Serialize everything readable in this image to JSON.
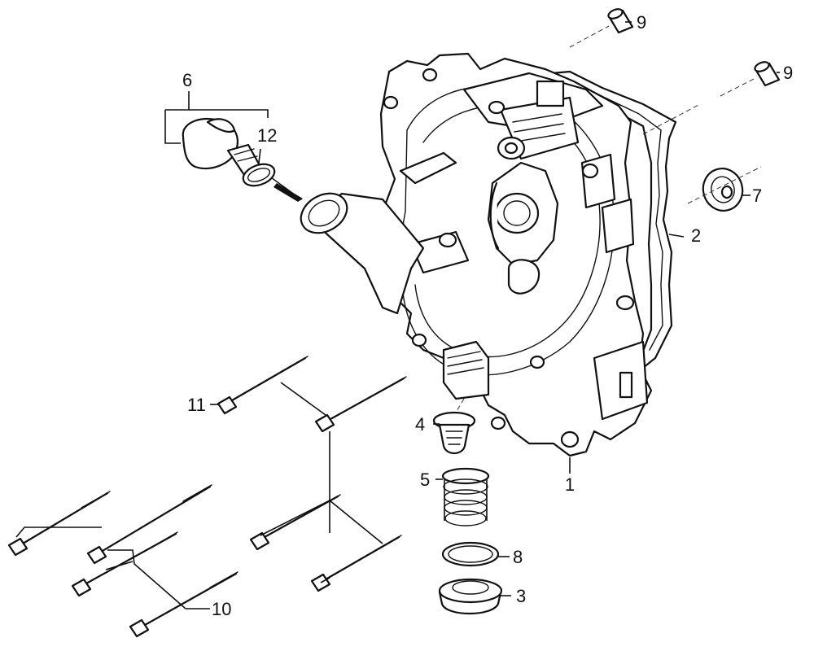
{
  "callouts": [
    {
      "id": "1",
      "label": "1"
    },
    {
      "id": "2",
      "label": "2"
    },
    {
      "id": "3",
      "label": "3"
    },
    {
      "id": "4",
      "label": "4"
    },
    {
      "id": "5",
      "label": "5"
    },
    {
      "id": "6",
      "label": "6"
    },
    {
      "id": "7",
      "label": "7"
    },
    {
      "id": "8",
      "label": "8"
    },
    {
      "id": "9a",
      "label": "9"
    },
    {
      "id": "9b",
      "label": "9"
    },
    {
      "id": "10",
      "label": "10"
    },
    {
      "id": "11",
      "label": "11"
    },
    {
      "id": "12",
      "label": "12"
    }
  ]
}
